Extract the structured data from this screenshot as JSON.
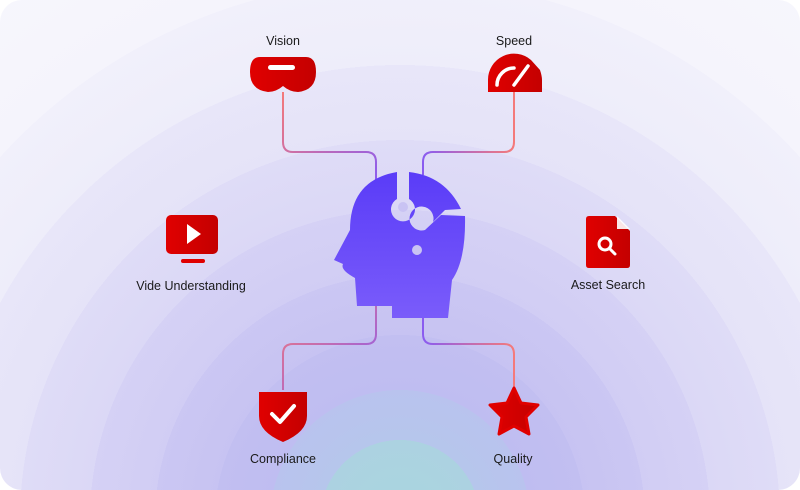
{
  "diagram": {
    "center": {
      "icon": "head-with-headset-icon"
    },
    "nodes": [
      {
        "id": "vision",
        "label": "Vision",
        "icon": "vr-headset-icon"
      },
      {
        "id": "speed",
        "label": "Speed",
        "icon": "speedometer-icon"
      },
      {
        "id": "video",
        "label": "Vide Understanding",
        "icon": "video-monitor-icon"
      },
      {
        "id": "asset",
        "label": "Asset Search",
        "icon": "file-search-icon"
      },
      {
        "id": "compliance",
        "label": "Compliance",
        "icon": "shield-check-icon"
      },
      {
        "id": "quality",
        "label": "Quality",
        "icon": "star-icon"
      }
    ],
    "colors": {
      "accent_red": "#e00000",
      "head_purple": "#6a4dfa",
      "link_start": "#f47a7a",
      "link_end": "#8a5cf0"
    }
  }
}
